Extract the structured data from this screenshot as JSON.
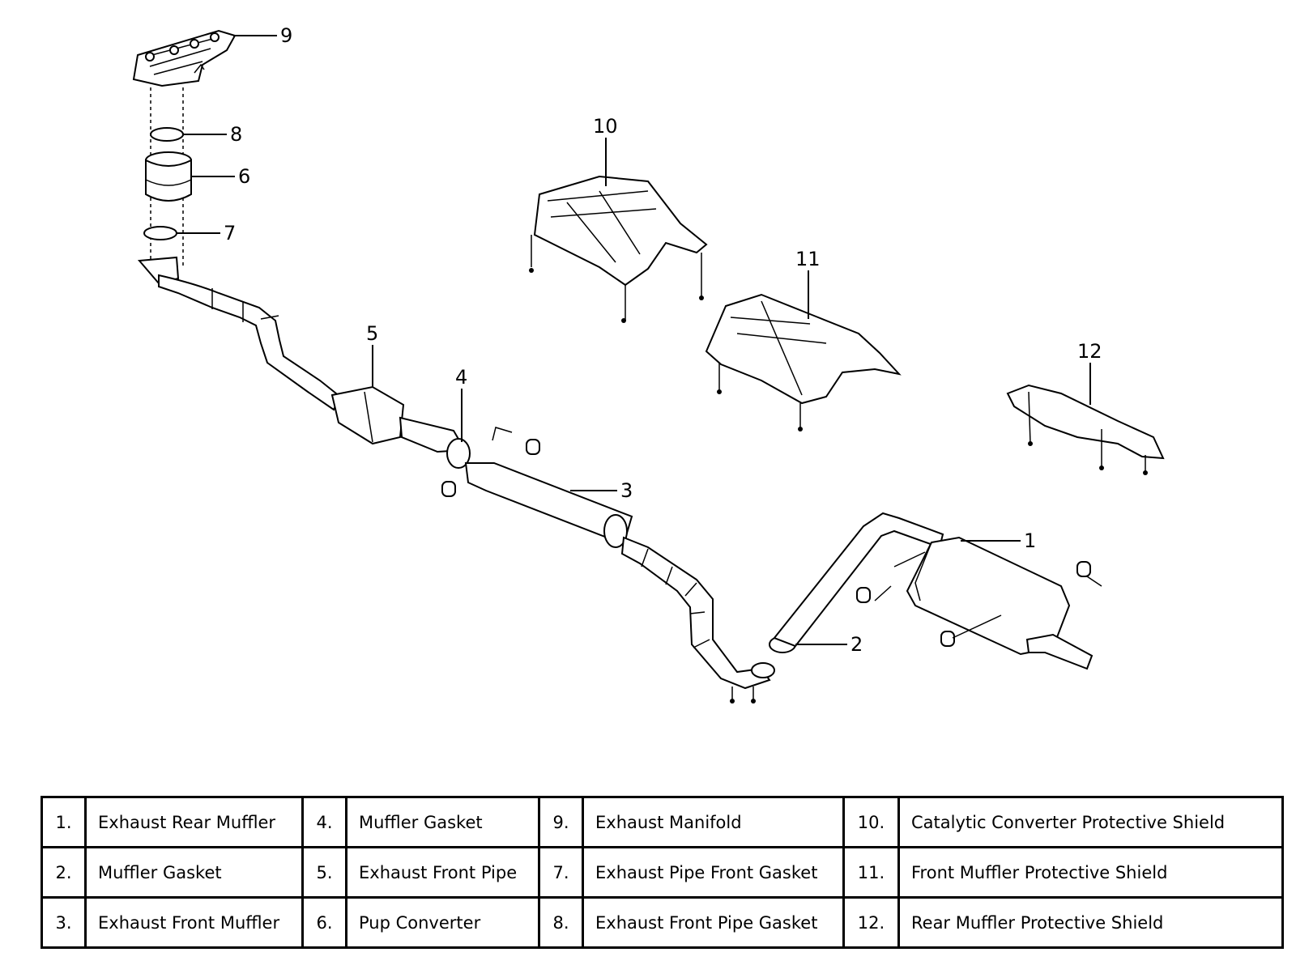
{
  "callouts": [
    "1",
    "2",
    "3",
    "4",
    "5",
    "6",
    "7",
    "8",
    "9",
    "10",
    "11",
    "12"
  ],
  "legend": [
    [
      {
        "num": "1.",
        "label": "Exhaust Rear Muffler"
      },
      {
        "num": "4.",
        "label": "Muffler Gasket"
      },
      {
        "num": "9.",
        "label": "Exhaust Manifold"
      },
      {
        "num": "10.",
        "label": "Catalytic Converter Protective Shield"
      }
    ],
    [
      {
        "num": "2.",
        "label": "Muffler Gasket"
      },
      {
        "num": "5.",
        "label": "Exhaust Front Pipe"
      },
      {
        "num": "7.",
        "label": "Exhaust Pipe Front Gasket"
      },
      {
        "num": "11.",
        "label": "Front Muffler Protective Shield"
      }
    ],
    [
      {
        "num": "3.",
        "label": "Exhaust Front Muffler"
      },
      {
        "num": "6.",
        "label": "Pup Converter"
      },
      {
        "num": "8.",
        "label": "Exhaust Front Pipe Gasket"
      },
      {
        "num": "12.",
        "label": "Rear Muffler Protective Shield"
      }
    ]
  ]
}
